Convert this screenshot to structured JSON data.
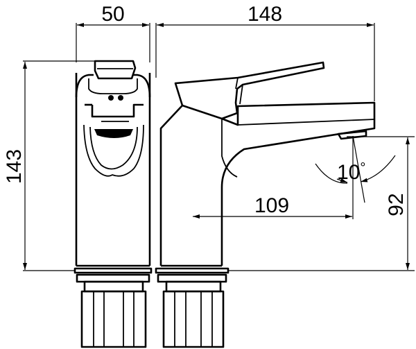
{
  "dimensions": {
    "width_side": "50",
    "width_total": "148",
    "height_total": "143",
    "spout_reach": "109",
    "spout_height": "92",
    "angle_value": "10",
    "angle_unit": "°"
  }
}
